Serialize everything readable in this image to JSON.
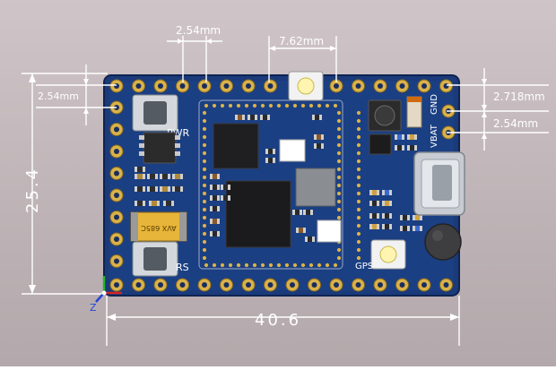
{
  "dimensions": {
    "pitch_top": "2.54mm",
    "span_top": "7.62mm",
    "pitch_left": "2.54mm",
    "height": "25.4",
    "width": "40.6",
    "right_upper": "2.718mm",
    "right_lower": "2.54mm"
  },
  "silkscreen": {
    "pwr": "PWR",
    "rs": "RS",
    "gps": "GPS",
    "vbat": "VBAT",
    "gnd": "GND",
    "reg_label": "AVX 685C"
  },
  "axis": {
    "z": "Z",
    "x_color": "#d42424",
    "y_color": "#28b428",
    "z_color": "#2446d8"
  },
  "colors": {
    "board": "#1a3a7a",
    "pad_gold": "#d9b24a",
    "dimension": "#ffffff"
  }
}
